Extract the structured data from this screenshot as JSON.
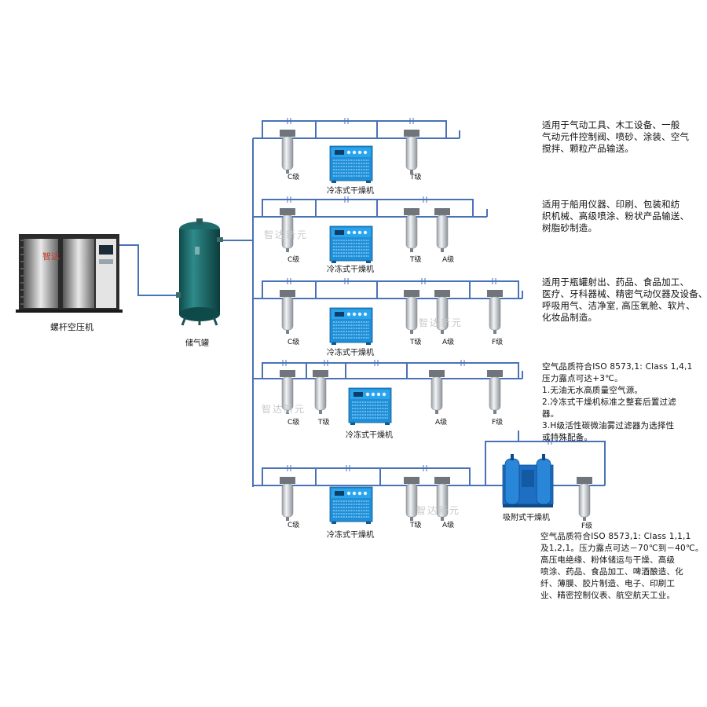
{
  "compressor": {
    "label": "螺杆空压机",
    "brand_text": "智达"
  },
  "tank": {
    "label": "储气罐"
  },
  "watermark": "智达新元",
  "dryer_label": "冷冻式干燥机",
  "adsorption_dryer_label": "吸附式干燥机",
  "filters": {
    "c": "C级",
    "t": "T级",
    "a": "A级",
    "f": "F级"
  },
  "descriptions": [
    [
      "适用于气动工具、木工设备、一般",
      "气动元件控制阀、喷砂、涂装、空气",
      "搅拌、颗粒产品输送。"
    ],
    [
      "适用于船用仪器、印刷、包装和纺",
      "织机械、高级喷涂、粉状产品输送、",
      "树脂砂制造。"
    ],
    [
      "适用于瓶罐射出、药品、食品加工、",
      "医疗、牙科器械、精密气动仪器及设备、",
      "呼吸用气、洁净室, 高压氧舱、软片、",
      "化妆品制造。"
    ],
    [
      "空气品质符合ISO 8573,1: Class 1,4,1",
      "压力露点可达+3℃。",
      "1.无油无水高质量空气源。",
      "2.冷冻式干燥机标准之整套后置过滤",
      "   器。",
      "3.H级活性碳微油雾过滤器为选择性",
      "   或特殊配备。"
    ],
    [
      "空气品质符合ISO 8573,1: Class 1,1,1",
      "及1,2,1。压力露点可达－70℃到－40℃。",
      "高压电绝缘、粉体储运与干燥、高级",
      "喷涂、药品、食品加工、啤酒酿造、化",
      "纤、薄膜、胶片制造、电子、印刷工",
      "业、精密控制仪表、航空航天工业。"
    ]
  ],
  "colors": {
    "pipe": "#4a72b8",
    "dryer": "#1f8fd8",
    "tank": "#1f6b6b",
    "filter_bowl": "#d4d8dc"
  }
}
